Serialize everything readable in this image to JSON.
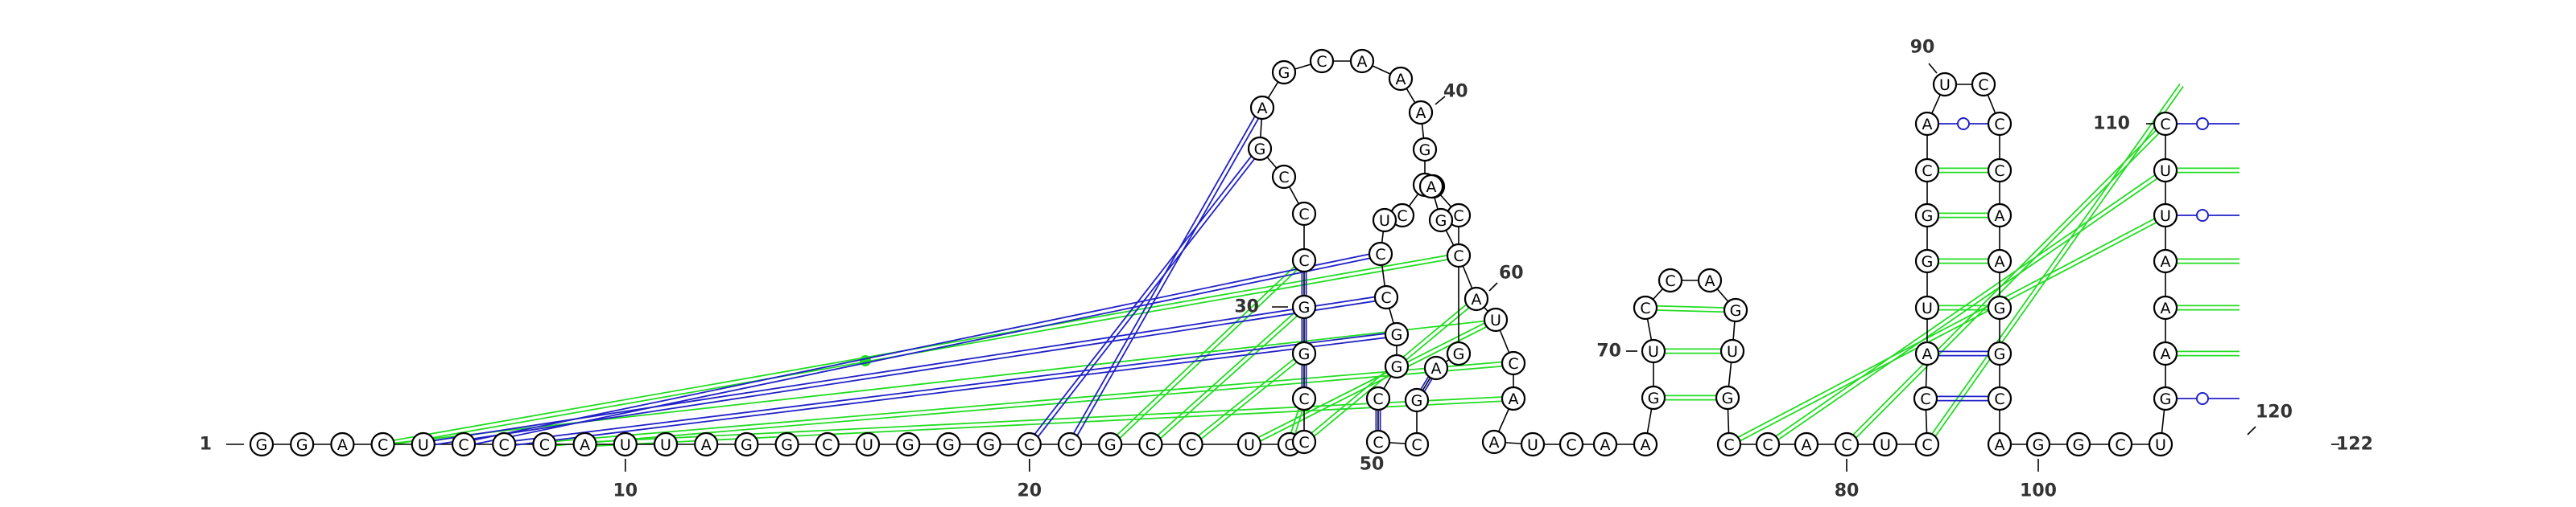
{
  "diagram": {
    "sequence": "GGACUCCCAUUAGGCUGGGCCGCCUCCCGGCCCGAGCAAAGCCUCCGGCCCGAGCUAGCAUCAAUCAAGUCCAGUGCCACUCCAUGGCAUCCCAAGGCAGGCUGAAAUUC",
    "numbers": [
      {
        "label": "1",
        "nt": 1
      },
      {
        "label": "10",
        "nt": 10
      },
      {
        "label": "20",
        "nt": 20
      },
      {
        "label": "30",
        "nt": 30
      },
      {
        "label": "40",
        "nt": 40
      },
      {
        "label": "50",
        "nt": 50
      },
      {
        "label": "60",
        "nt": 60
      },
      {
        "label": "70",
        "nt": 70
      },
      {
        "label": "80",
        "nt": 80
      },
      {
        "label": "90",
        "nt": 90
      },
      {
        "label": "100",
        "nt": 100
      },
      {
        "label": "110",
        "nt": 110
      },
      {
        "label": "120",
        "nt": 120
      },
      {
        "label": "122",
        "nt": 122
      }
    ],
    "colors": {
      "canonical_pair": "#2020c8",
      "wobble_pair": "#2020c8",
      "pseudoknot_pair": "#22dd22",
      "backbone": "#000000",
      "pseudoknot_dot": "#22dd22"
    }
  }
}
